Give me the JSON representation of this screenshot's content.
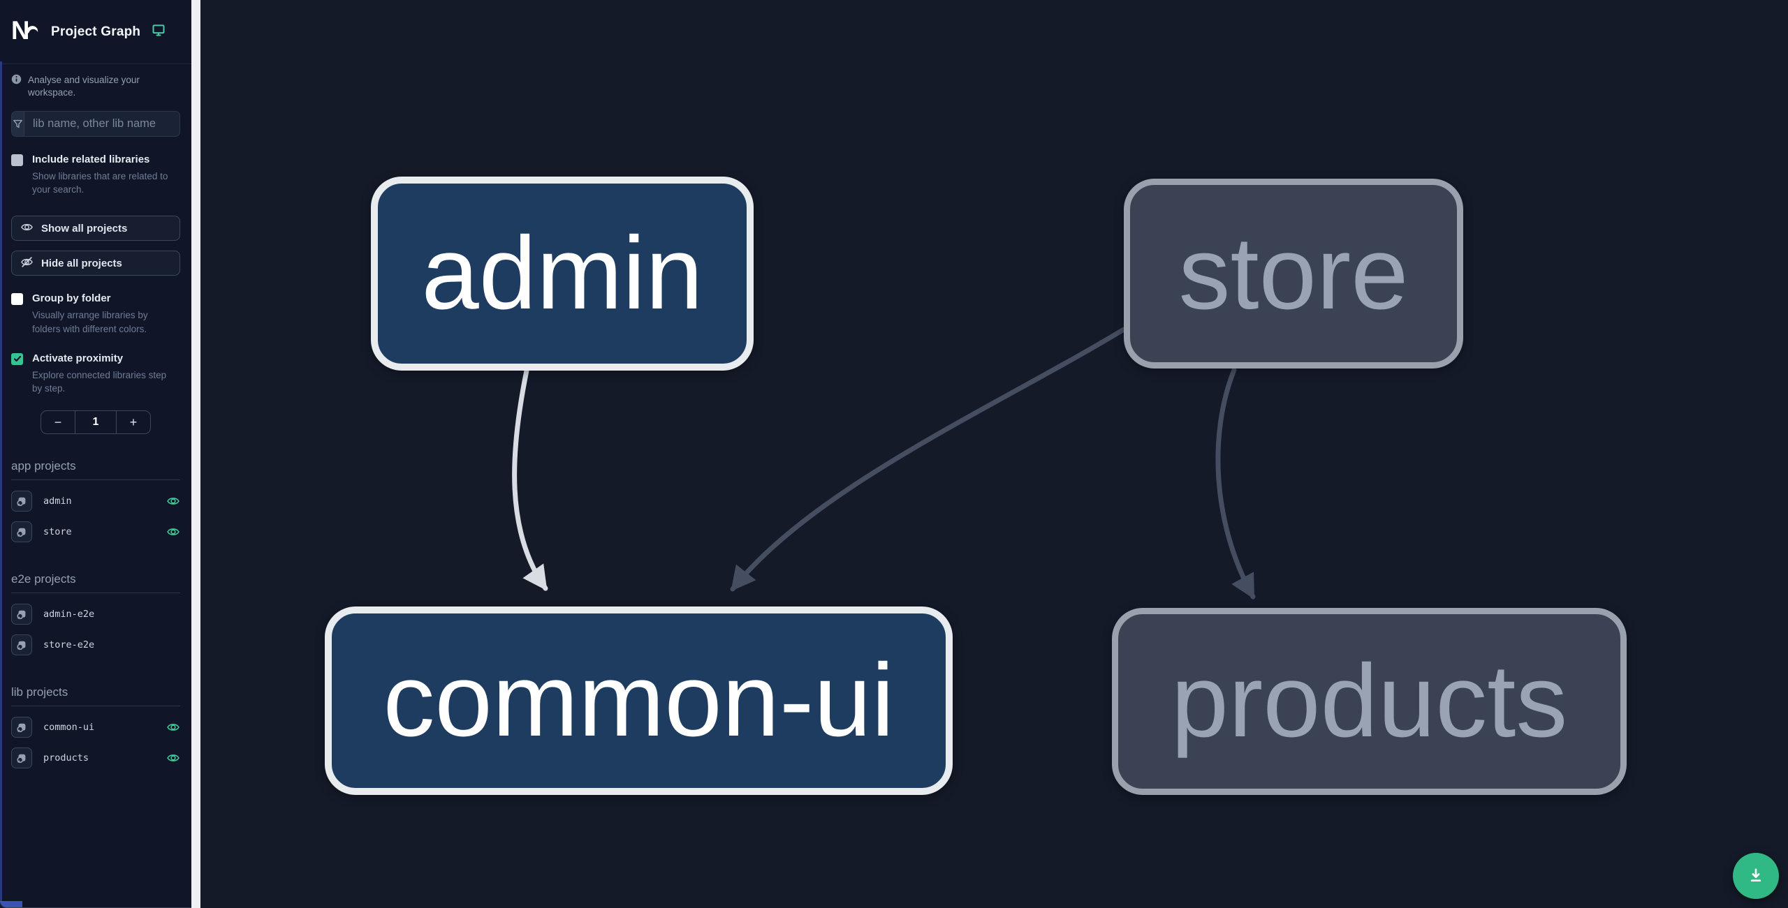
{
  "header": {
    "title": "Project Graph"
  },
  "tagline": {
    "text": "Analyse and visualize your workspace."
  },
  "search": {
    "placeholder": "lib name, other lib name",
    "value": ""
  },
  "controls": {
    "include_related": {
      "label": "Include related libraries",
      "description": "Show libraries that are related to your search.",
      "checked": false
    },
    "group_by_folder": {
      "label": "Group by folder",
      "description": "Visually arrange libraries by folders with different colors.",
      "checked": false
    },
    "activate_proximity": {
      "label": "Activate proximity",
      "description": "Explore connected libraries step by step.",
      "checked": true
    }
  },
  "actions": {
    "show_all": "Show all projects",
    "hide_all": "Hide all projects"
  },
  "stepper": {
    "decrement": "−",
    "value": "1",
    "increment": "+"
  },
  "sections": [
    {
      "title": "app projects",
      "items": [
        {
          "name": "admin",
          "visible": true
        },
        {
          "name": "store",
          "visible": true
        }
      ]
    },
    {
      "title": "e2e projects",
      "items": [
        {
          "name": "admin-e2e",
          "visible": false
        },
        {
          "name": "store-e2e",
          "visible": false
        }
      ]
    },
    {
      "title": "lib projects",
      "items": [
        {
          "name": "common-ui",
          "visible": true
        },
        {
          "name": "products",
          "visible": true
        }
      ]
    }
  ],
  "graph": {
    "nodes": [
      {
        "id": "admin",
        "label": "admin",
        "state": "focused"
      },
      {
        "id": "store",
        "label": "store",
        "state": "unfocused"
      },
      {
        "id": "common-ui",
        "label": "common-ui",
        "state": "focused"
      },
      {
        "id": "products",
        "label": "products",
        "state": "unfocused"
      }
    ],
    "edges": [
      {
        "source": "admin",
        "target": "common-ui",
        "highlighted": true
      },
      {
        "source": "store",
        "target": "common-ui",
        "highlighted": false
      },
      {
        "source": "store",
        "target": "products",
        "highlighted": false
      }
    ]
  },
  "fab": {
    "icon": "download-icon"
  },
  "colors": {
    "accent_teal": "#31b985",
    "node_focused_fill": "#1d3c60",
    "node_unfocused_fill": "#3a4253",
    "edge_highlighted": "#d9dde3",
    "edge_normal": "#454e60",
    "sidebar_bg": "#101627",
    "canvas_bg": "#141a28"
  }
}
